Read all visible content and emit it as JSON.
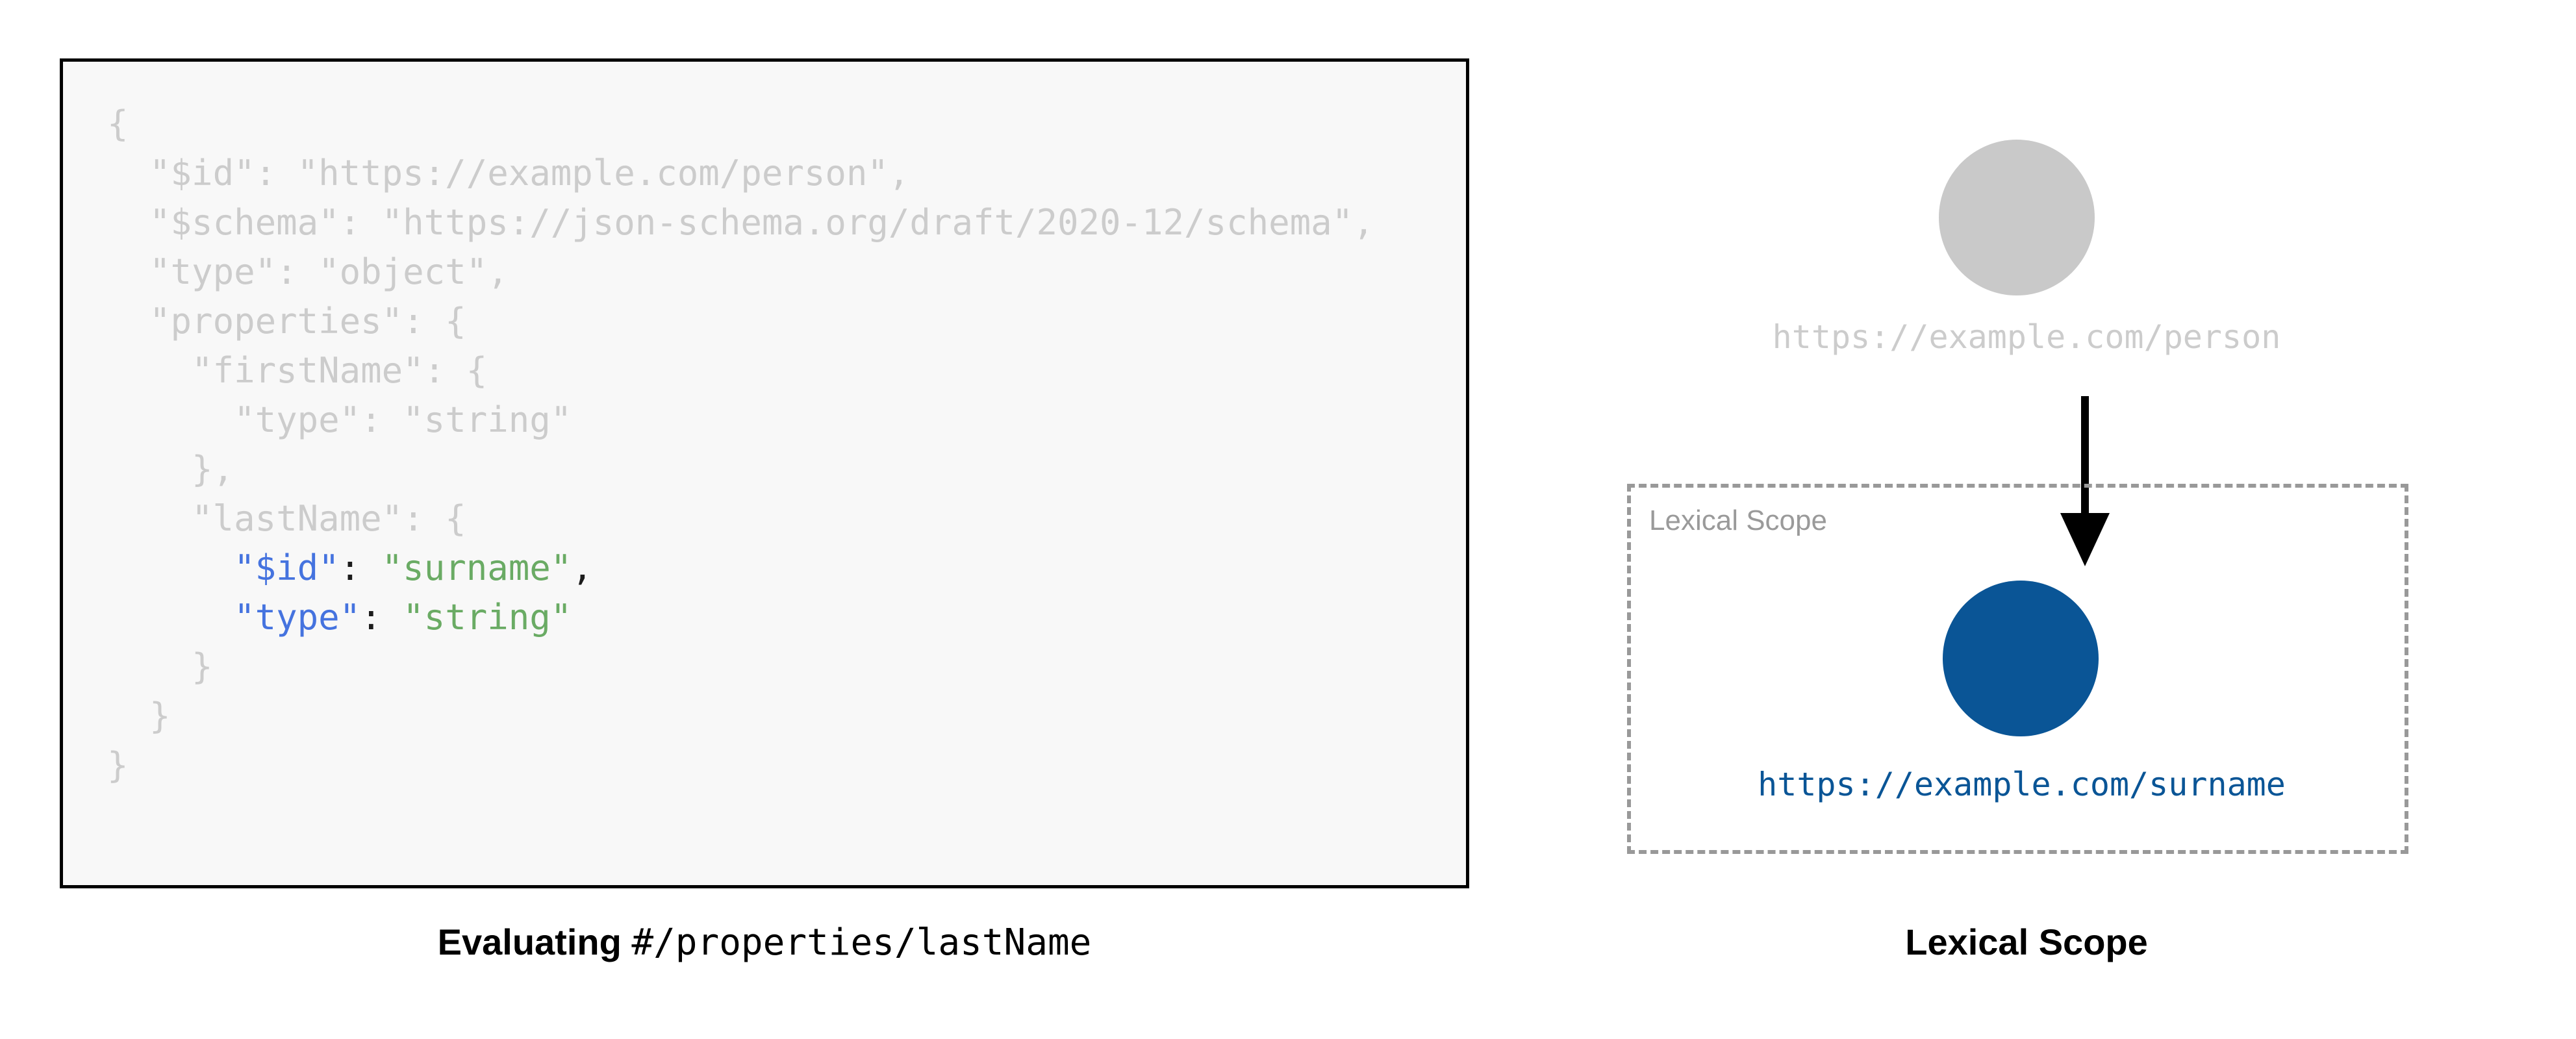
{
  "left": {
    "code_lines": [
      {
        "indent": 0,
        "segments": [
          {
            "text": "{",
            "style": "dim"
          }
        ]
      },
      {
        "indent": 1,
        "segments": [
          {
            "text": "\"$id\": \"https://example.com/person\",",
            "style": "dim"
          }
        ]
      },
      {
        "indent": 1,
        "segments": [
          {
            "text": "\"$schema\": \"https://json-schema.org/draft/2020-12/schema\",",
            "style": "dim"
          }
        ]
      },
      {
        "indent": 1,
        "segments": [
          {
            "text": "\"type\": \"object\",",
            "style": "dim"
          }
        ]
      },
      {
        "indent": 1,
        "segments": [
          {
            "text": "\"properties\": {",
            "style": "dim"
          }
        ]
      },
      {
        "indent": 2,
        "segments": [
          {
            "text": "\"firstName\": {",
            "style": "dim"
          }
        ]
      },
      {
        "indent": 3,
        "segments": [
          {
            "text": "\"type\": \"string\"",
            "style": "dim"
          }
        ]
      },
      {
        "indent": 2,
        "segments": [
          {
            "text": "},",
            "style": "dim"
          }
        ]
      },
      {
        "indent": 2,
        "segments": [
          {
            "text": "\"lastName\": {",
            "style": "dim"
          }
        ]
      },
      {
        "indent": 3,
        "segments": [
          {
            "text": "\"$id\"",
            "style": "key"
          },
          {
            "text": ": ",
            "style": "punc"
          },
          {
            "text": "\"surname\"",
            "style": "str"
          },
          {
            "text": ",",
            "style": "punc"
          }
        ]
      },
      {
        "indent": 3,
        "segments": [
          {
            "text": "\"type\"",
            "style": "key"
          },
          {
            "text": ": ",
            "style": "punc"
          },
          {
            "text": "\"string\"",
            "style": "str"
          }
        ]
      },
      {
        "indent": 2,
        "segments": [
          {
            "text": "}",
            "style": "dim"
          }
        ]
      },
      {
        "indent": 1,
        "segments": [
          {
            "text": "}",
            "style": "dim"
          }
        ]
      },
      {
        "indent": 0,
        "segments": [
          {
            "text": "}",
            "style": "dim"
          }
        ]
      }
    ],
    "caption_bold": "Evaluating",
    "caption_mono": "#/properties/lastName"
  },
  "right": {
    "person_node_label": "https://example.com/person",
    "lexical_scope_title": "Lexical Scope",
    "surname_node_label": "https://example.com/surname",
    "caption_bold": "Lexical Scope"
  },
  "colors": {
    "code_dim": "#cccccc",
    "code_key_blue": "#4573df",
    "code_string_green": "#6aab64",
    "code_punctuation": "#1c1c1c",
    "code_block_border": "#000000",
    "code_block_background": "#f8f8f8",
    "node_inactive_gray": "#c9c9c9",
    "node_active_blue": "#0a5596",
    "scope_border_gray": "#999999",
    "scope_title_gray": "#9a9a9a",
    "arrow_black": "#000000",
    "page_background": "#ffffff"
  }
}
